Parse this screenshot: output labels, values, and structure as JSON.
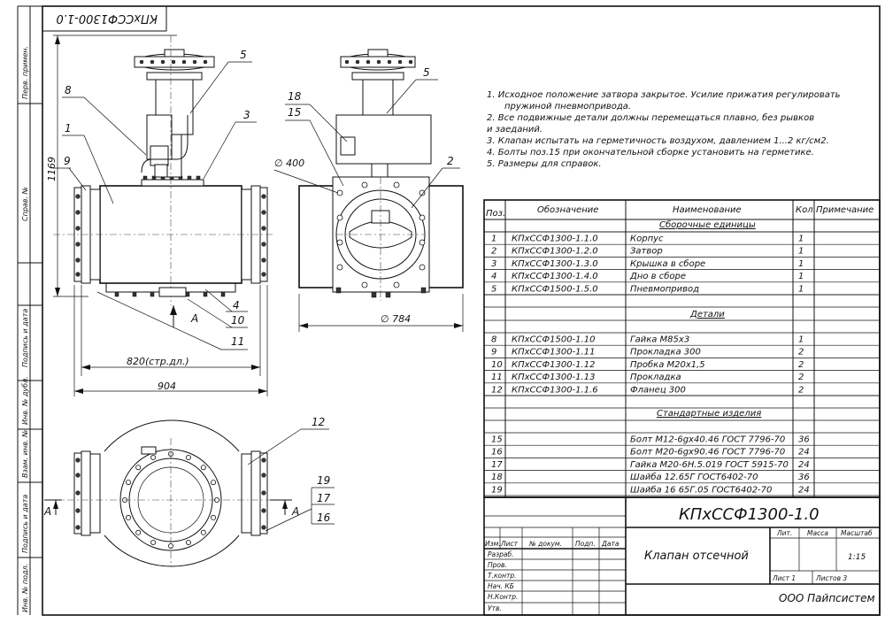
{
  "side_labels": [
    "Перв. примен.",
    "Справ. №",
    "Подпись и дата",
    "Инв. № дубл.",
    "Взам. инв. №",
    "Подпись и дата",
    "Инв. № подл."
  ],
  "mirrored_code": "КПхССФ1300-1.0",
  "dimensions": {
    "height": "1169",
    "length_flange": "820(стр.дл.)",
    "length_total": "904",
    "dia_400": "∅ 400",
    "dia_784": "∅ 784"
  },
  "callouts": {
    "c5a": "5",
    "c8": "8",
    "c1": "1",
    "c3": "3",
    "c9": "9",
    "c4": "4",
    "c10": "10",
    "c11": "11",
    "c5b": "5",
    "c18": "18",
    "c15": "15",
    "c2": "2",
    "c12": "12",
    "c19": "19",
    "c17": "17",
    "c16": "16"
  },
  "section_marks": {
    "a1": "A",
    "a2": "A",
    "a3": "A"
  },
  "notes": [
    "1. Исходное положение затвора закрытое. Усилие прижатия регулировать",
    "пружиной пневмопривода.",
    "2. Все подвижные детали должны перемещаться плавно, без рывков",
    "и заеданий.",
    "3. Клапан испытать на герметичность воздухом, давлением 1...2 кг/см2.",
    "4. Болты поз.15 при окончательной сборке установить на герметике.",
    "5. Размеры для справок."
  ],
  "spec": {
    "headers": {
      "pos": "Поз.",
      "code": "Обозначение",
      "name": "Наименование",
      "qty": "Кол.",
      "note": "Примечание"
    },
    "sections": {
      "assemblies": "Сборочные единицы",
      "parts": "Детали",
      "standard": "Стандартные изделия"
    },
    "assemblies": [
      {
        "pos": "1",
        "code": "КПхССФ1300-1.1.0",
        "name": "Корпус",
        "qty": "1"
      },
      {
        "pos": "2",
        "code": "КПхССФ1300-1.2.0",
        "name": "Затвор",
        "qty": "1"
      },
      {
        "pos": "3",
        "code": "КПхССФ1300-1.3.0",
        "name": "Крышка в сборе",
        "qty": "1"
      },
      {
        "pos": "4",
        "code": "КПхССФ1300-1.4.0",
        "name": "Дно в сборе",
        "qty": "1"
      },
      {
        "pos": "5",
        "code": "КПхССФ1500-1.5.0",
        "name": "Пневмопривод",
        "qty": "1"
      }
    ],
    "parts": [
      {
        "pos": "8",
        "code": "КПхССФ1500-1.10",
        "name": "Гайка М85х3",
        "qty": "1"
      },
      {
        "pos": "9",
        "code": "КПхССФ1300-1.11",
        "name": "Прокладка 300",
        "qty": "2"
      },
      {
        "pos": "10",
        "code": "КПхССФ1300-1.12",
        "name": "Пробка М20х1,5",
        "qty": "2"
      },
      {
        "pos": "11",
        "code": "КПхССФ1300-1.13",
        "name": "Прокладка",
        "qty": "2"
      },
      {
        "pos": "12",
        "code": "КПхССФ1300-1.1.6",
        "name": "Фланец 300",
        "qty": "2"
      }
    ],
    "standard": [
      {
        "pos": "15",
        "name": "Болт М12-6gх40.46 ГОСТ 7796-70",
        "qty": "36"
      },
      {
        "pos": "16",
        "name": "Болт М20-6gх90.46 ГОСТ 7796-70",
        "qty": "24"
      },
      {
        "pos": "17",
        "name": "Гайка М20-6Н.5.019 ГОСТ 5915-70",
        "qty": "24"
      },
      {
        "pos": "18",
        "name": "Шайба 12.65Г ГОСТ6402-70",
        "qty": "36"
      },
      {
        "pos": "19",
        "name": "Шайба 16 65Г.05 ГОСТ6402-70",
        "qty": "24"
      }
    ]
  },
  "title_block": {
    "code": "КПхССФ1300-1.0",
    "name": "Клапан отсечной",
    "company": "ООО Пайпсистем",
    "col_izm": "Изм.",
    "col_list": "Лист",
    "col_doc": "№ докум.",
    "col_podp": "Подп.",
    "col_data": "Дата",
    "roles": [
      "Разраб.",
      "Пров.",
      "Т.контр.",
      "Нач. КБ",
      "Н.Контр.",
      "Утв."
    ],
    "lit_label": "Лит.",
    "mass_label": "Масса",
    "scale_label": "Масштаб",
    "scale_value": "1:15",
    "sheet": "Лист 1",
    "sheets": "Листов 3"
  }
}
